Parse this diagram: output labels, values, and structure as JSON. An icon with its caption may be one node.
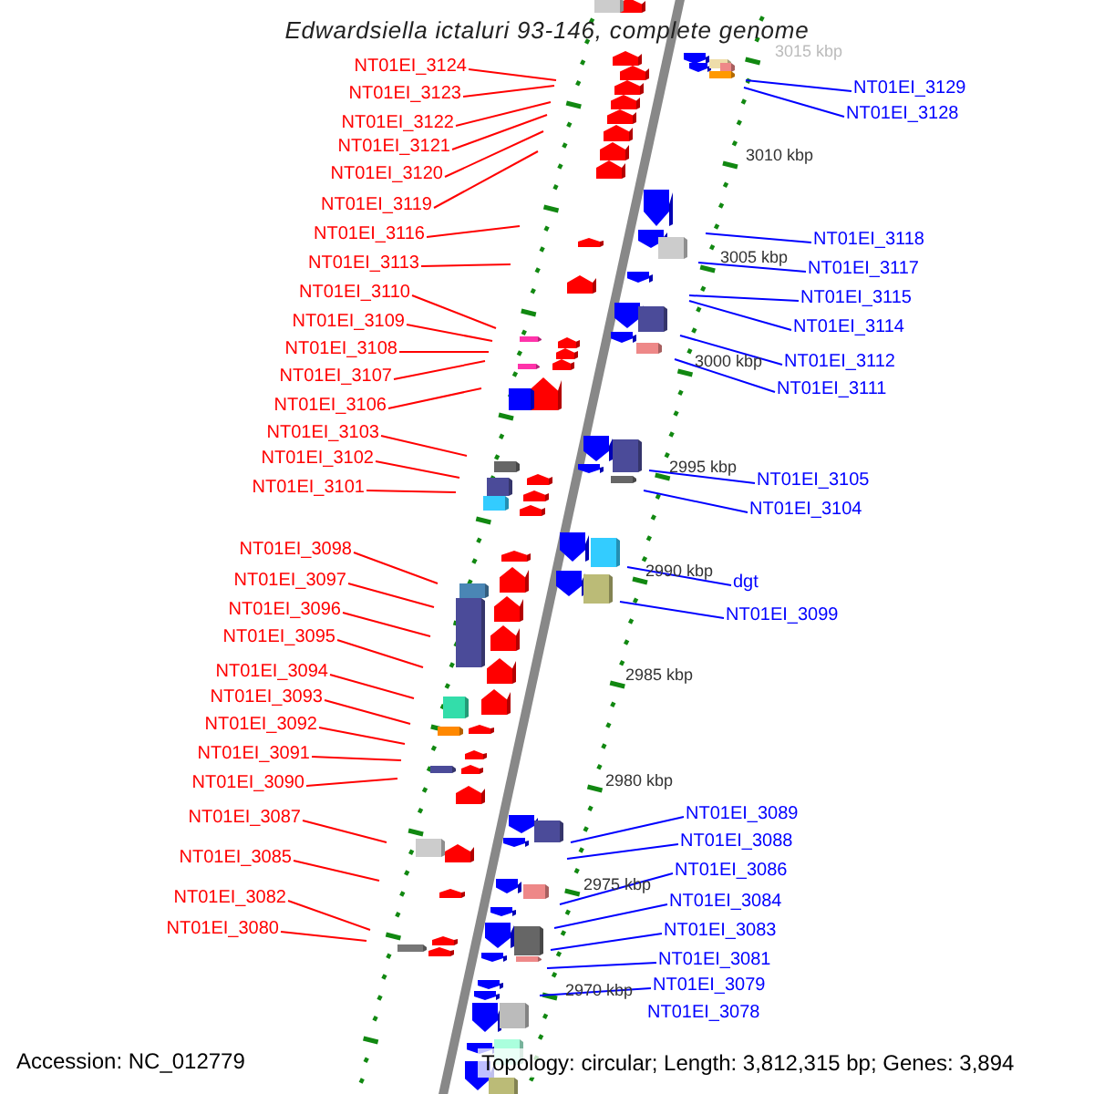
{
  "diagram": {
    "title": "Edwardsiella ictaluri 93-146, complete genome",
    "nodes": [
      {
        "text": [
          "NT01EI_3124"
        ]
      },
      {
        "text": [
          "NT01EI_3123"
        ]
      },
      {
        "text": [
          "NT01EI_3122"
        ]
      },
      {
        "text": [
          "NT01EI_3121"
        ]
      },
      {
        "text": [
          "NT01EI_3120"
        ]
      },
      {
        "text": [
          "NT01EI_3119"
        ]
      },
      {
        "text": [
          "NT01EI_3116"
        ]
      },
      {
        "text": [
          "NT01EI_3113"
        ]
      },
      {
        "text": [
          "NT01EI_3110"
        ]
      },
      {
        "text": [
          "NT01EI_3109"
        ]
      },
      {
        "text": [
          "NT01EI_3108"
        ]
      },
      {
        "text": [
          "NT01EI_3107"
        ]
      },
      {
        "text": [
          "NT01EI_3106"
        ]
      },
      {
        "text": [
          "NT01EI_3103"
        ]
      },
      {
        "text": [
          "NT01EI_3102"
        ]
      },
      {
        "text": [
          "NT01EI_3101"
        ]
      },
      {
        "text": [
          "NT01EI_3098"
        ]
      },
      {
        "text": [
          "NT01EI_3097"
        ]
      },
      {
        "text": [
          "NT01EI_3096"
        ]
      },
      {
        "text": [
          "NT01EI_3095"
        ]
      },
      {
        "text": [
          "NT01EI_3094"
        ]
      },
      {
        "text": [
          "NT01EI_3093"
        ]
      },
      {
        "text": [
          "NT01EI_3092"
        ]
      },
      {
        "text": [
          "NT01EI_3091"
        ]
      },
      {
        "text": [
          "NT01EI_3090"
        ]
      },
      {
        "text": [
          "NT01EI_3087"
        ]
      },
      {
        "text": [
          "NT01EI_3085"
        ]
      },
      {
        "text": [
          "NT01EI_3082"
        ]
      },
      {
        "text": [
          "NT01EI_3080"
        ]
      },
      {
        "text": [
          "NT01EI_3129"
        ]
      },
      {
        "text": [
          "NT01EI_3128"
        ]
      },
      {
        "text": [
          "NT01EI_3118"
        ]
      },
      {
        "text": [
          "NT01EI_3117"
        ]
      },
      {
        "text": [
          "NT01EI_3115"
        ]
      },
      {
        "text": [
          "NT01EI_3114"
        ]
      },
      {
        "text": [
          "NT01EI_3112"
        ]
      },
      {
        "text": [
          "NT01EI_3111"
        ]
      },
      {
        "text": [
          "NT01EI_3105"
        ]
      },
      {
        "text": [
          "NT01EI_3104"
        ]
      },
      {
        "text": [
          "dgt"
        ]
      },
      {
        "text": [
          "NT01EI_3099"
        ]
      },
      {
        "text": [
          "NT01EI_3089"
        ]
      },
      {
        "text": [
          "NT01EI_3088"
        ]
      },
      {
        "text": [
          "NT01EI_3086"
        ]
      },
      {
        "text": [
          "NT01EI_3084"
        ]
      },
      {
        "text": [
          "NT01EI_3083"
        ]
      },
      {
        "text": [
          "NT01EI_3081"
        ]
      },
      {
        "text": [
          "NT01EI_3079"
        ]
      },
      {
        "text": [
          "NT01EI_3078"
        ]
      }
    ],
    "edges": [
      {
        "from": 0,
        "to": null,
        "arrow": "none"
      },
      {
        "from": 1,
        "to": null,
        "arrow": "none"
      },
      {
        "from": 2,
        "to": null,
        "arrow": "none"
      },
      {
        "from": 3,
        "to": null,
        "arrow": "none"
      },
      {
        "from": 4,
        "to": null,
        "arrow": "none"
      },
      {
        "from": 5,
        "to": null,
        "arrow": "none"
      },
      {
        "from": 6,
        "to": null,
        "arrow": "none"
      },
      {
        "from": 7,
        "to": null,
        "arrow": "none"
      },
      {
        "from": 8,
        "to": null,
        "arrow": "none"
      },
      {
        "from": 9,
        "to": null,
        "arrow": "none"
      },
      {
        "from": 10,
        "to": null,
        "arrow": "none"
      },
      {
        "from": 11,
        "to": null,
        "arrow": "none"
      },
      {
        "from": 12,
        "to": null,
        "arrow": "none"
      },
      {
        "from": 13,
        "to": null,
        "arrow": "none"
      },
      {
        "from": 14,
        "to": null,
        "arrow": "none"
      },
      {
        "from": 15,
        "to": null,
        "arrow": "none"
      },
      {
        "from": 16,
        "to": null,
        "arrow": "none"
      },
      {
        "from": 17,
        "to": null,
        "arrow": "none"
      },
      {
        "from": 18,
        "to": null,
        "arrow": "none"
      },
      {
        "from": 19,
        "to": null,
        "arrow": "none"
      },
      {
        "from": 20,
        "to": null,
        "arrow": "none"
      },
      {
        "from": 21,
        "to": null,
        "arrow": "none"
      },
      {
        "from": 22,
        "to": null,
        "arrow": "none"
      },
      {
        "from": 23,
        "to": null,
        "arrow": "none"
      },
      {
        "from": 24,
        "to": null,
        "arrow": "none"
      },
      {
        "from": 25,
        "to": null,
        "arrow": "none"
      },
      {
        "from": 26,
        "to": null,
        "arrow": "none"
      },
      {
        "from": 27,
        "to": null,
        "arrow": "none"
      },
      {
        "from": 28,
        "to": null,
        "arrow": "none"
      },
      {
        "from": 29,
        "to": null,
        "arrow": "none",
        "color": "#0000ff"
      },
      {
        "from": 30,
        "to": null,
        "arrow": "none",
        "color": "#0000ff"
      },
      {
        "from": 31,
        "to": null,
        "arrow": "none",
        "color": "#0000ff"
      },
      {
        "from": 32,
        "to": null,
        "arrow": "none",
        "color": "#0000ff"
      },
      {
        "from": 33,
        "to": null,
        "arrow": "none",
        "color": "#0000ff"
      },
      {
        "from": 34,
        "to": null,
        "arrow": "none",
        "color": "#0000ff"
      },
      {
        "from": 35,
        "to": null,
        "arrow": "none",
        "color": "#0000ff"
      },
      {
        "from": 36,
        "to": null,
        "arrow": "none",
        "color": "#0000ff"
      },
      {
        "from": 37,
        "to": null,
        "arrow": "none",
        "color": "#0000ff"
      },
      {
        "from": 38,
        "to": null,
        "arrow": "none",
        "color": "#0000ff"
      },
      {
        "from": 39,
        "to": null,
        "arrow": "none",
        "color": "#0000ff"
      },
      {
        "from": 40,
        "to": null,
        "arrow": "none",
        "color": "#0000ff"
      },
      {
        "from": 41,
        "to": null,
        "arrow": "none",
        "color": "#0000ff"
      },
      {
        "from": 42,
        "to": null,
        "arrow": "none",
        "color": "#0000ff"
      },
      {
        "from": 43,
        "to": null,
        "arrow": "none",
        "color": "#0000ff"
      },
      {
        "from": 44,
        "to": null,
        "arrow": "none",
        "color": "#0000ff"
      },
      {
        "from": 45,
        "to": null,
        "arrow": "none",
        "color": "#0000ff"
      },
      {
        "from": 46,
        "to": null,
        "arrow": "none",
        "color": "#0000ff"
      },
      {
        "from": 47,
        "to": null,
        "arrow": "none",
        "color": "#0000ff"
      }
    ],
    "labels": [
      "3015 kbp",
      "3010 kbp",
      "3005 kbp",
      "3000 kbp",
      "2995 kbp",
      "2990 kbp",
      "2985 kbp",
      "2980 kbp",
      "2975 kbp",
      "2970 kbp",
      "Accession: NC_012779",
      "Topology: circular; Length: 3,812,315 bp; Genes: 3,894"
    ]
  }
}
